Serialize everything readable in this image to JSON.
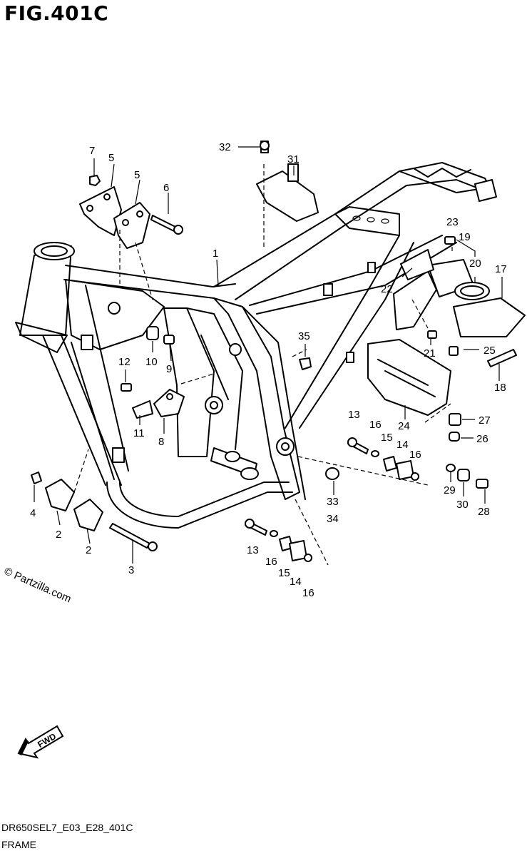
{
  "figure_title": "FIG.401C",
  "watermark": "© Partzilla.com",
  "fwd_label": "FWD",
  "footer": {
    "code": "DR650SEL7_E03_E28_401C",
    "name": "FRAME"
  },
  "callouts": [
    "1",
    "2",
    "2",
    "3",
    "4",
    "5",
    "5",
    "6",
    "7",
    "8",
    "9",
    "10",
    "11",
    "12",
    "13",
    "13",
    "14",
    "14",
    "15",
    "15",
    "16",
    "16",
    "16",
    "16",
    "17",
    "18",
    "19",
    "20",
    "21",
    "22",
    "23",
    "24",
    "25",
    "26",
    "27",
    "28",
    "29",
    "30",
    "31",
    "32",
    "33",
    "34",
    "35"
  ]
}
